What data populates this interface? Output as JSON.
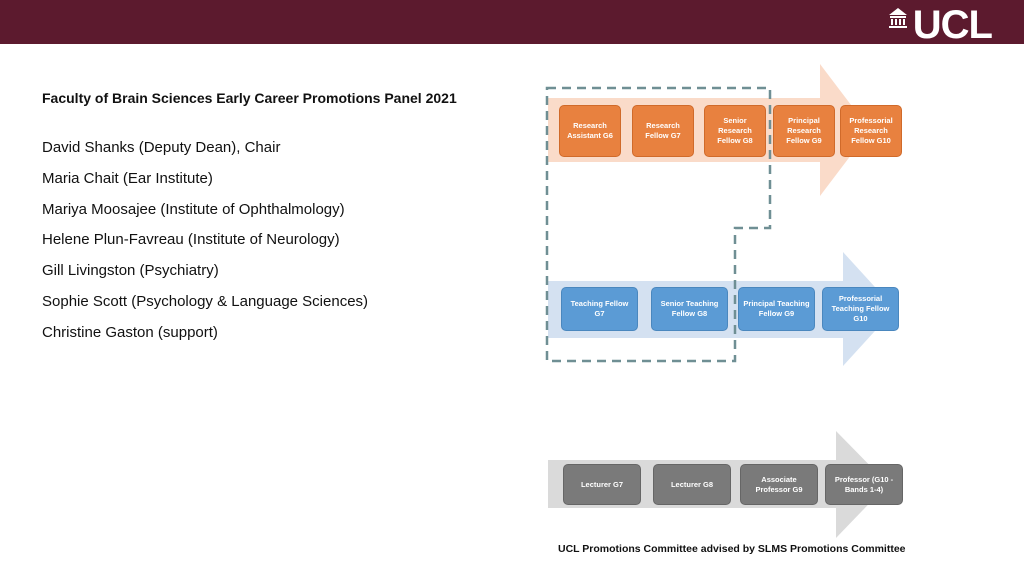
{
  "header": {
    "logo_text": "UCL",
    "logo_icon": "portico-icon"
  },
  "title": "Faculty of Brain Sciences Early Career Promotions Panel 2021",
  "members": [
    "David Shanks (Deputy Dean), Chair",
    "Maria Chait (Ear Institute)",
    "Mariya Moosajee (Institute of Ophthalmology)",
    "Helene Plun-Favreau (Institute of Neurology)",
    "Gill Livingston (Psychiatry)",
    "Sophie Scott (Psychology & Language Sciences)",
    "Christine Gaston (support)"
  ],
  "research_track": [
    "Research Assistant G6",
    "Research Fellow G7",
    "Senior Research Fellow G8",
    "Principal Research Fellow G9",
    "Professorial Research Fellow G10"
  ],
  "teaching_track": [
    "Teaching Fellow G7",
    "Senior Teaching Fellow G8",
    "Principal Teaching Fellow G9",
    "Professorial Teaching Fellow G10"
  ],
  "academic_track": [
    "Lecturer G7",
    "Lecturer G8",
    "Associate Professor G9",
    "Professor (G10 - Bands 1-4)"
  ],
  "colors": {
    "header": "#5c1a2e",
    "research": "#e8813f",
    "teaching": "#5b9bd5",
    "academic": "#7a7a7a",
    "dashed": "#6f8f94"
  },
  "footer": "UCL Promotions Committee advised by SLMS Promotions Committee"
}
